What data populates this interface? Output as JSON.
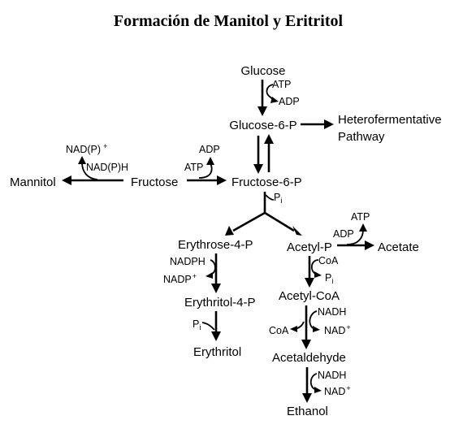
{
  "title": "Formación de Manitol y Eritritol",
  "nodes": {
    "glucose": "Glucose",
    "glucose_6_p": "Glucose-6-P",
    "hetero_1": "Heterofermentative",
    "hetero_2": "Pathway",
    "fructose": "Fructose",
    "mannitol": "Mannitol",
    "fructose_6_p": "Fructose-6-P",
    "erythrose_4_p": "Erythrose-4-P",
    "erythritol_4_p": "Erythritol-4-P",
    "erythritol": "Erythritol",
    "acetyl_p": "Acetyl-P",
    "acetate": "Acetate",
    "acetyl_coa": "Acetyl-CoA",
    "acetaldehyde": "Acetaldehyde",
    "ethanol": "Ethanol"
  },
  "cofactors": {
    "atp_glucose": "ATP",
    "adp_glucose": "ADP",
    "adp_fructose": "ADP",
    "atp_fructose": "ATP",
    "nadp_plus": "NAD(P)",
    "nadph": "NAD(P)H",
    "pi_f6p": "P",
    "nadph_erythrose": "NADPH",
    "nadp_erythrose": "NADP",
    "pi_erythritol": "P",
    "atp_acetate": "ATP",
    "adp_acetate": "ADP",
    "coa_acetyl": "CoA",
    "pi_acetyl": "P",
    "nadh_1": "NADH",
    "coa_out": "CoA",
    "nad_1": "NAD",
    "nadh_2": "NADH",
    "nad_2": "NAD"
  },
  "marks": {
    "plus": "+",
    "sub_i": "i"
  }
}
